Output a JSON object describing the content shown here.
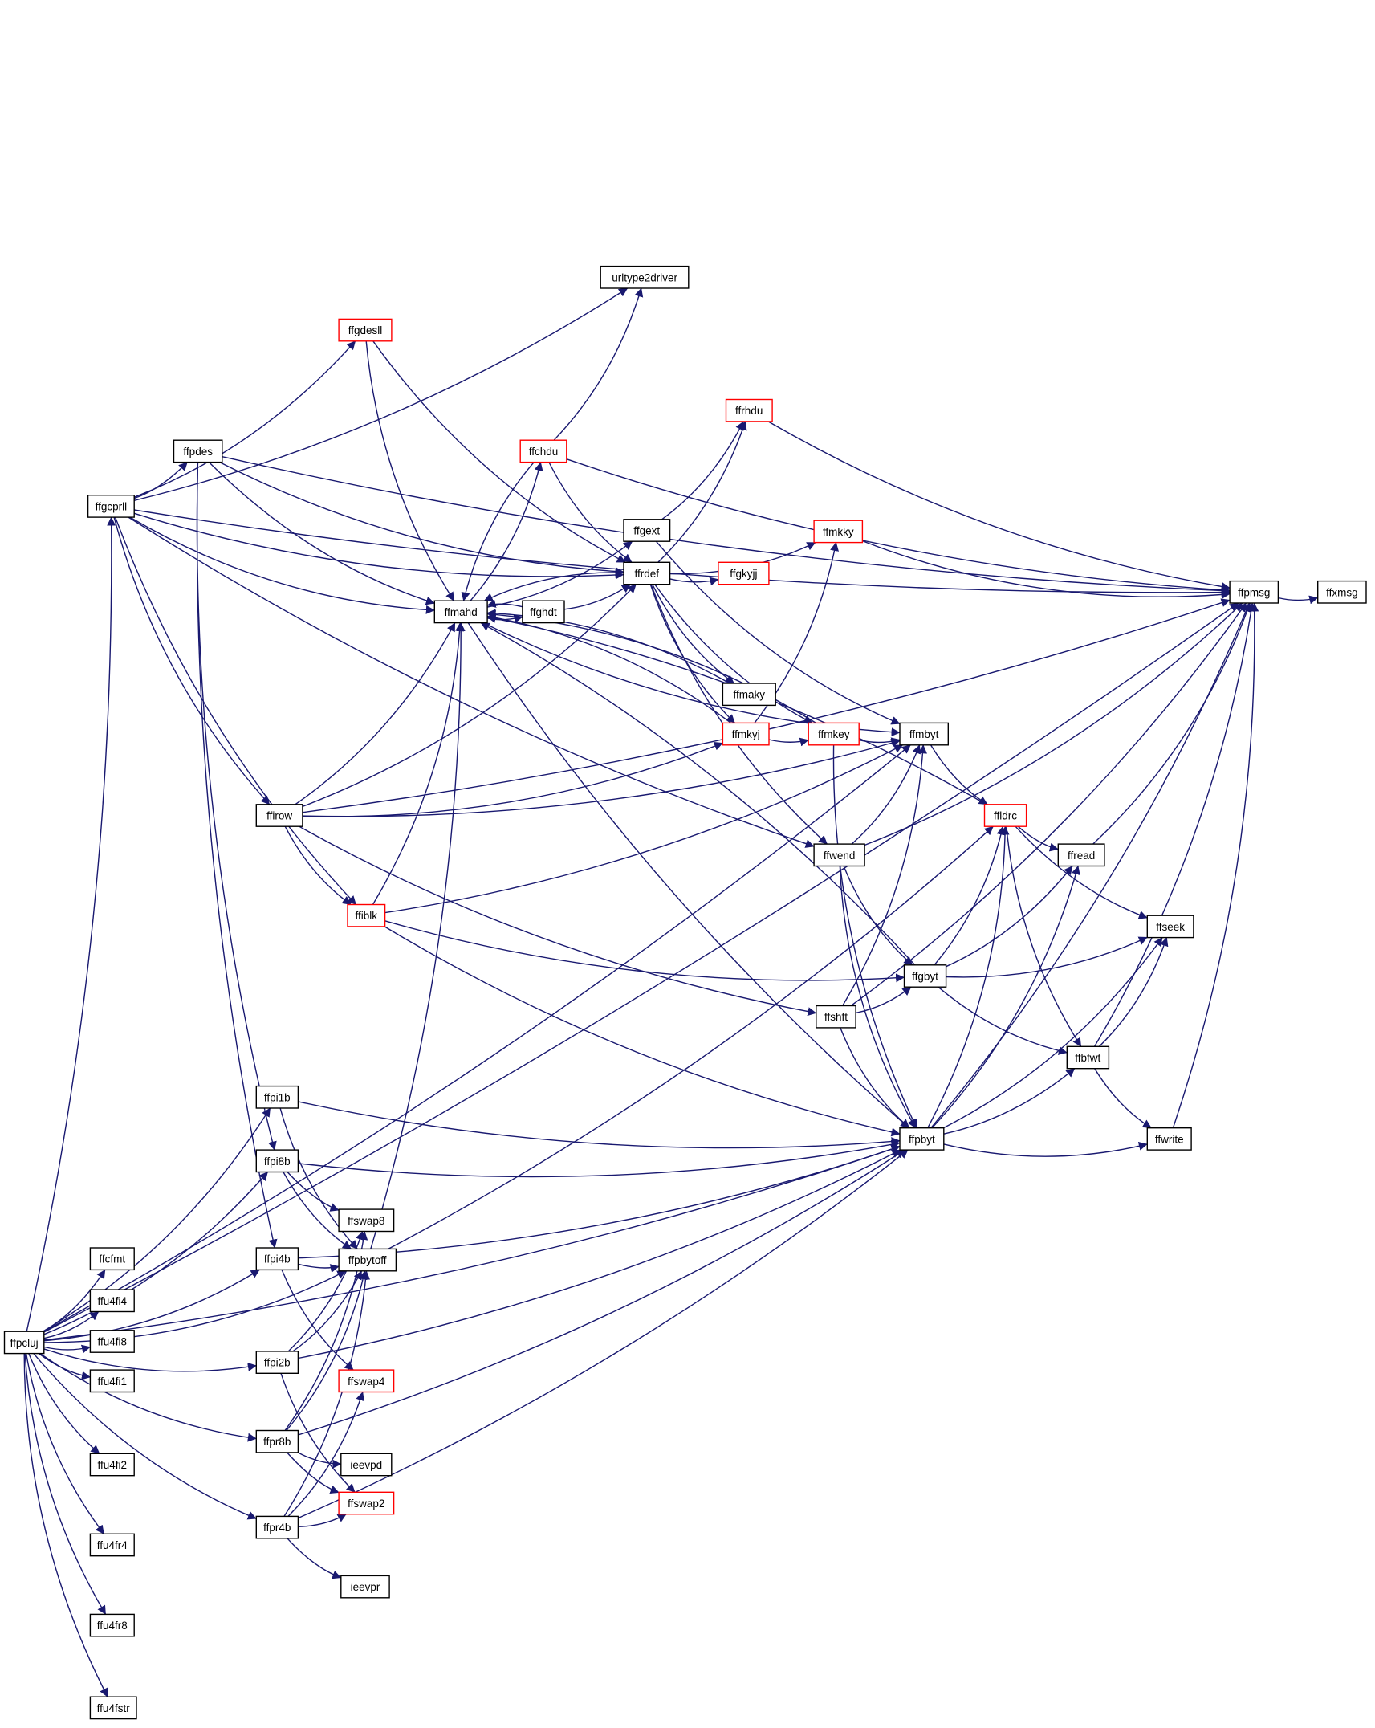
{
  "colors": {
    "edge": "#191970",
    "node_border": "#000000",
    "node_border_highlight": "#ff0000",
    "root_fill": "#bfbfbf",
    "node_fill": "#ffffff"
  },
  "nodes": [
    {
      "id": "ffpcluj",
      "label": "ffpcluj",
      "style": "root"
    },
    {
      "id": "ffgcprll",
      "label": "ffgcprll",
      "style": "normal"
    },
    {
      "id": "ffpdes",
      "label": "ffpdes",
      "style": "normal"
    },
    {
      "id": "ffgdesll",
      "label": "ffgdesll",
      "style": "red"
    },
    {
      "id": "urltype2driver",
      "label": "urltype2driver",
      "style": "normal"
    },
    {
      "id": "ffrhdu",
      "label": "ffrhdu",
      "style": "red"
    },
    {
      "id": "ffchdu",
      "label": "ffchdu",
      "style": "red"
    },
    {
      "id": "ffgext",
      "label": "ffgext",
      "style": "normal"
    },
    {
      "id": "ffrdef",
      "label": "ffrdef",
      "style": "normal"
    },
    {
      "id": "ffmkky",
      "label": "ffmkky",
      "style": "red"
    },
    {
      "id": "ffgkyjj",
      "label": "ffgkyjj",
      "style": "red"
    },
    {
      "id": "ffmahd",
      "label": "ffmahd",
      "style": "normal"
    },
    {
      "id": "ffghdt",
      "label": "ffghdt",
      "style": "normal"
    },
    {
      "id": "ffpmsg",
      "label": "ffpmsg",
      "style": "normal"
    },
    {
      "id": "ffxmsg",
      "label": "ffxmsg",
      "style": "normal"
    },
    {
      "id": "ffmaky",
      "label": "ffmaky",
      "style": "normal"
    },
    {
      "id": "ffmkyj",
      "label": "ffmkyj",
      "style": "red"
    },
    {
      "id": "ffmkey",
      "label": "ffmkey",
      "style": "red"
    },
    {
      "id": "ffmbyt",
      "label": "ffmbyt",
      "style": "normal"
    },
    {
      "id": "ffirow",
      "label": "ffirow",
      "style": "normal"
    },
    {
      "id": "ffldrc",
      "label": "ffldrc",
      "style": "red"
    },
    {
      "id": "ffwend",
      "label": "ffwend",
      "style": "normal"
    },
    {
      "id": "ffread",
      "label": "ffread",
      "style": "normal"
    },
    {
      "id": "ffiblk",
      "label": "ffiblk",
      "style": "red"
    },
    {
      "id": "ffseek",
      "label": "ffseek",
      "style": "normal"
    },
    {
      "id": "ffgbyt",
      "label": "ffgbyt",
      "style": "normal"
    },
    {
      "id": "ffshft",
      "label": "ffshft",
      "style": "normal"
    },
    {
      "id": "ffbfwt",
      "label": "ffbfwt",
      "style": "normal"
    },
    {
      "id": "ffpi1b",
      "label": "ffpi1b",
      "style": "normal"
    },
    {
      "id": "ffpbyt",
      "label": "ffpbyt",
      "style": "normal"
    },
    {
      "id": "ffwrite",
      "label": "ffwrite",
      "style": "normal"
    },
    {
      "id": "ffpi8b",
      "label": "ffpi8b",
      "style": "normal"
    },
    {
      "id": "ffswap8",
      "label": "ffswap8",
      "style": "normal"
    },
    {
      "id": "ffcfmt",
      "label": "ffcfmt",
      "style": "normal"
    },
    {
      "id": "ffpi4b",
      "label": "ffpi4b",
      "style": "normal"
    },
    {
      "id": "ffpbytoff",
      "label": "ffpbytoff",
      "style": "normal"
    },
    {
      "id": "ffu4fi4",
      "label": "ffu4fi4",
      "style": "normal"
    },
    {
      "id": "ffu4fi8",
      "label": "ffu4fi8",
      "style": "normal"
    },
    {
      "id": "ffpi2b",
      "label": "ffpi2b",
      "style": "normal"
    },
    {
      "id": "ffu4fi1",
      "label": "ffu4fi1",
      "style": "normal"
    },
    {
      "id": "ffswap4",
      "label": "ffswap4",
      "style": "red"
    },
    {
      "id": "ffpr8b",
      "label": "ffpr8b",
      "style": "normal"
    },
    {
      "id": "ffu4fi2",
      "label": "ffu4fi2",
      "style": "normal"
    },
    {
      "id": "ieevpd",
      "label": "ieevpd",
      "style": "normal"
    },
    {
      "id": "ffswap2",
      "label": "ffswap2",
      "style": "red"
    },
    {
      "id": "ffpr4b",
      "label": "ffpr4b",
      "style": "normal"
    },
    {
      "id": "ffu4fr4",
      "label": "ffu4fr4",
      "style": "normal"
    },
    {
      "id": "ieevpr",
      "label": "ieevpr",
      "style": "normal"
    },
    {
      "id": "ffu4fr8",
      "label": "ffu4fr8",
      "style": "normal"
    },
    {
      "id": "ffu4fstr",
      "label": "ffu4fstr",
      "style": "normal"
    }
  ],
  "edges": [
    [
      "ffpcluj",
      "ffgcprll"
    ],
    [
      "ffpcluj",
      "ffpmsg"
    ],
    [
      "ffpcluj",
      "ffmbyt"
    ],
    [
      "ffpcluj",
      "ffpi1b"
    ],
    [
      "ffpcluj",
      "ffpi8b"
    ],
    [
      "ffpcluj",
      "ffpbytoff"
    ],
    [
      "ffpcluj",
      "ffpi4b"
    ],
    [
      "ffpcluj",
      "ffcfmt"
    ],
    [
      "ffpcluj",
      "ffu4fi4"
    ],
    [
      "ffpcluj",
      "ffu4fi8"
    ],
    [
      "ffpcluj",
      "ffu4fi1"
    ],
    [
      "ffpcluj",
      "ffpi2b"
    ],
    [
      "ffpcluj",
      "ffpr8b"
    ],
    [
      "ffpcluj",
      "ffu4fi2"
    ],
    [
      "ffpcluj",
      "ffpr4b"
    ],
    [
      "ffpcluj",
      "ffu4fr4"
    ],
    [
      "ffpcluj",
      "ffu4fr8"
    ],
    [
      "ffpcluj",
      "ffu4fstr"
    ],
    [
      "ffpcluj",
      "ffpbyt"
    ],
    [
      "ffgcprll",
      "ffpdes"
    ],
    [
      "ffgcprll",
      "ffgdesll"
    ],
    [
      "ffgcprll",
      "ffmahd"
    ],
    [
      "ffgcprll",
      "ffrdef"
    ],
    [
      "ffgcprll",
      "ffirow"
    ],
    [
      "ffgcprll",
      "ffiblk"
    ],
    [
      "ffgcprll",
      "ffwend"
    ],
    [
      "ffgcprll",
      "ffpmsg"
    ],
    [
      "ffgcprll",
      "urltype2driver"
    ],
    [
      "ffpdes",
      "ffmahd"
    ],
    [
      "ffpdes",
      "ffrdef"
    ],
    [
      "ffpdes",
      "ffpmsg"
    ],
    [
      "ffpdes",
      "ffpi8b"
    ],
    [
      "ffpdes",
      "ffpi4b"
    ],
    [
      "ffgdesll",
      "ffmahd"
    ],
    [
      "ffgdesll",
      "ffrdef"
    ],
    [
      "ffchdu",
      "urltype2driver"
    ],
    [
      "ffchdu",
      "ffmahd"
    ],
    [
      "ffchdu",
      "ffrdef"
    ],
    [
      "ffchdu",
      "ffpmsg"
    ],
    [
      "ffrhdu",
      "ffpmsg"
    ],
    [
      "ffgext",
      "ffrhdu"
    ],
    [
      "ffgext",
      "ffmbyt"
    ],
    [
      "ffrdef",
      "ffrhdu"
    ],
    [
      "ffrdef",
      "ffmkky"
    ],
    [
      "ffrdef",
      "ffgkyjj"
    ],
    [
      "ffrdef",
      "ffmaky"
    ],
    [
      "ffrdef",
      "ffmkyj"
    ],
    [
      "ffrdef",
      "ffmkey"
    ],
    [
      "ffrdef",
      "ffwend"
    ],
    [
      "ffrdef",
      "ffmahd"
    ],
    [
      "ffmkky",
      "ffpmsg"
    ],
    [
      "ffmahd",
      "ffchdu"
    ],
    [
      "ffmahd",
      "ffgext"
    ],
    [
      "ffmahd",
      "ffghdt"
    ],
    [
      "ffmahd",
      "ffpbyt"
    ],
    [
      "ffmahd",
      "ffmbyt"
    ],
    [
      "ffghdt",
      "ffmahd"
    ],
    [
      "ffghdt",
      "ffrdef"
    ],
    [
      "ffpmsg",
      "ffxmsg"
    ],
    [
      "ffmaky",
      "ffmahd"
    ],
    [
      "ffmkyj",
      "ffmkey"
    ],
    [
      "ffmkyj",
      "ffmkky"
    ],
    [
      "ffmkyj",
      "ffmahd"
    ],
    [
      "ffmkey",
      "ffmbyt"
    ],
    [
      "ffmkey",
      "ffpbyt"
    ],
    [
      "ffmkey",
      "ffmahd"
    ],
    [
      "ffmbyt",
      "ffldrc"
    ],
    [
      "ffirow",
      "ffmahd"
    ],
    [
      "ffirow",
      "ffrdef"
    ],
    [
      "ffirow",
      "ffmkyj"
    ],
    [
      "ffirow",
      "ffmbyt"
    ],
    [
      "ffirow",
      "ffiblk"
    ],
    [
      "ffirow",
      "ffshft"
    ],
    [
      "ffirow",
      "ffpmsg"
    ],
    [
      "ffldrc",
      "ffread"
    ],
    [
      "ffldrc",
      "ffseek"
    ],
    [
      "ffldrc",
      "ffbfwt"
    ],
    [
      "ffldrc",
      "ffmahd"
    ],
    [
      "ffwend",
      "ffmbyt"
    ],
    [
      "ffwend",
      "ffpbyt"
    ],
    [
      "ffwend",
      "ffgbyt"
    ],
    [
      "ffwend",
      "ffpmsg"
    ],
    [
      "ffread",
      "ffpmsg"
    ],
    [
      "ffiblk",
      "ffmahd"
    ],
    [
      "ffiblk",
      "ffmbyt"
    ],
    [
      "ffiblk",
      "ffgbyt"
    ],
    [
      "ffiblk",
      "ffpbyt"
    ],
    [
      "ffgbyt",
      "ffldrc"
    ],
    [
      "ffgbyt",
      "ffread"
    ],
    [
      "ffgbyt",
      "ffseek"
    ],
    [
      "ffgbyt",
      "ffbfwt"
    ],
    [
      "ffgbyt",
      "ffmahd"
    ],
    [
      "ffshft",
      "ffgbyt"
    ],
    [
      "ffshft",
      "ffpbyt"
    ],
    [
      "ffshft",
      "ffmbyt"
    ],
    [
      "ffshft",
      "ffpmsg"
    ],
    [
      "ffbfwt",
      "ffseek"
    ],
    [
      "ffbfwt",
      "ffwrite"
    ],
    [
      "ffbfwt",
      "ffpmsg"
    ],
    [
      "ffpi1b",
      "ffpbyt"
    ],
    [
      "ffpi1b",
      "ffpbytoff"
    ],
    [
      "ffpbyt",
      "ffldrc"
    ],
    [
      "ffpbyt",
      "ffread"
    ],
    [
      "ffpbyt",
      "ffseek"
    ],
    [
      "ffpbyt",
      "ffbfwt"
    ],
    [
      "ffpbyt",
      "ffwrite"
    ],
    [
      "ffpbyt",
      "ffpmsg"
    ],
    [
      "ffwrite",
      "ffpmsg"
    ],
    [
      "ffpi8b",
      "ffswap8"
    ],
    [
      "ffpi8b",
      "ffpbytoff"
    ],
    [
      "ffpi8b",
      "ffpbyt"
    ],
    [
      "ffpi4b",
      "ffpbytoff"
    ],
    [
      "ffpi4b",
      "ffswap4"
    ],
    [
      "ffpi4b",
      "ffpbyt"
    ],
    [
      "ffpbytoff",
      "ffmahd"
    ],
    [
      "ffpbytoff",
      "ffldrc"
    ],
    [
      "ffpi2b",
      "ffswap8"
    ],
    [
      "ffpi2b",
      "ffpbytoff"
    ],
    [
      "ffpi2b",
      "ffswap2"
    ],
    [
      "ffpi2b",
      "ffpbyt"
    ],
    [
      "ffpr8b",
      "ffswap8"
    ],
    [
      "ffpr8b",
      "ieevpd"
    ],
    [
      "ffpr8b",
      "ffswap2"
    ],
    [
      "ffpr8b",
      "ffpbytoff"
    ],
    [
      "ffpr8b",
      "ffpbyt"
    ],
    [
      "ffpr4b",
      "ffswap4"
    ],
    [
      "ffpr4b",
      "ffswap2"
    ],
    [
      "ffpr4b",
      "ieevpr"
    ],
    [
      "ffpr4b",
      "ffpbytoff"
    ],
    [
      "ffpr4b",
      "ffpbyt"
    ]
  ]
}
